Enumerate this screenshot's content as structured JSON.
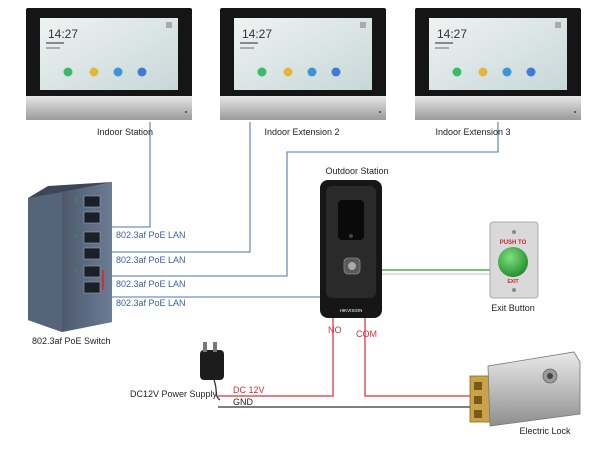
{
  "devices": {
    "indoor_station": "Indoor Station",
    "indoor_extension_2": "Indoor Extension 2",
    "indoor_extension_3": "Indoor Extension 3",
    "outdoor_station": "Outdoor Station",
    "poe_switch": "802.3af PoE Switch",
    "exit_button": "Exit Button",
    "power_supply": "DC12V Power Supply",
    "electric_lock": "Electric Lock"
  },
  "screen": {
    "time": "14:27"
  },
  "exit_button_text": {
    "top": "PUSH TO",
    "bottom": "EXIT"
  },
  "outdoor_brand": "HIKVISION",
  "connections": {
    "lan_1": "802.3af PoE LAN",
    "lan_2": "802.3af PoE LAN",
    "lan_3": "802.3af PoE LAN",
    "lan_4": "802.3af PoE LAN",
    "no": "NO",
    "com": "COM",
    "dc12v": "DC 12V",
    "gnd": "GND"
  },
  "colors": {
    "lan_wire": "#6f8fc0",
    "red_wire": "#e0525e",
    "gnd_wire": "#555555",
    "green_wire": "#4cae4c",
    "switch_body": "#5f6f86"
  }
}
